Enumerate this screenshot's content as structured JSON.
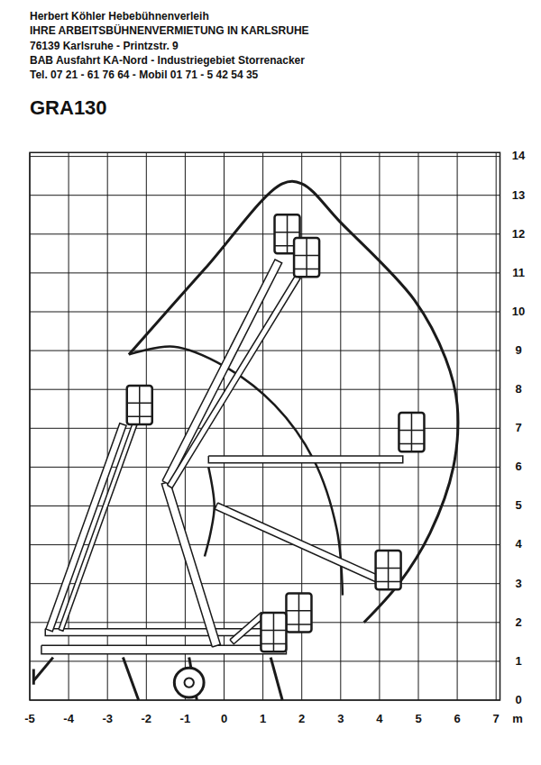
{
  "diagram": {
    "title": "GRA130",
    "labels": [
      "Herbert Köhler Hebebühnenverleih",
      "IHRE ARBEITSBÜHNENVERMIETUNG IN KARLSRUHE",
      "76139 Karlsruhe - Printzstr. 9",
      "BAB Ausfahrt KA-Nord - Industriegebiet Storrenacker",
      "Tel. 07 21 - 61 76 64 - Mobil 01 71 - 5 42 54 35",
      "14",
      "13",
      "12",
      "11",
      "10",
      "9",
      "8",
      "7",
      "6",
      "5",
      "4",
      "3",
      "2",
      "1",
      "0",
      "-5",
      "-4",
      "-3",
      "-2",
      "-1",
      "0",
      "1",
      "2",
      "3",
      "4",
      "5",
      "6",
      "7",
      "m"
    ]
  }
}
